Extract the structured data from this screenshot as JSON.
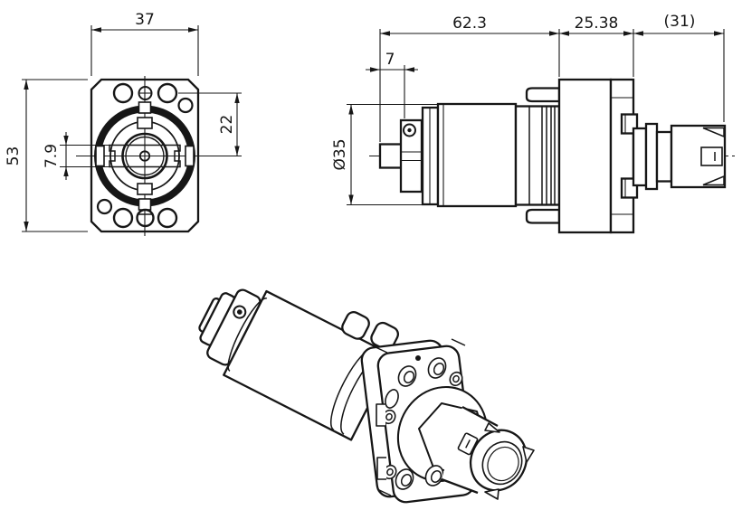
{
  "canvas": {
    "background": "#ffffff",
    "line_color": "#161616"
  },
  "front_view": {
    "dim_width": "37",
    "dim_height": "53",
    "dim_hole_offset": "22",
    "dim_bore_flat": "7.9"
  },
  "side_view": {
    "dim_shaft_ext": "7",
    "dim_body_length": "62.3",
    "dim_flange_width": "25.38",
    "dim_collet_length": "(31)",
    "dim_body_diameter": "Ø35"
  }
}
